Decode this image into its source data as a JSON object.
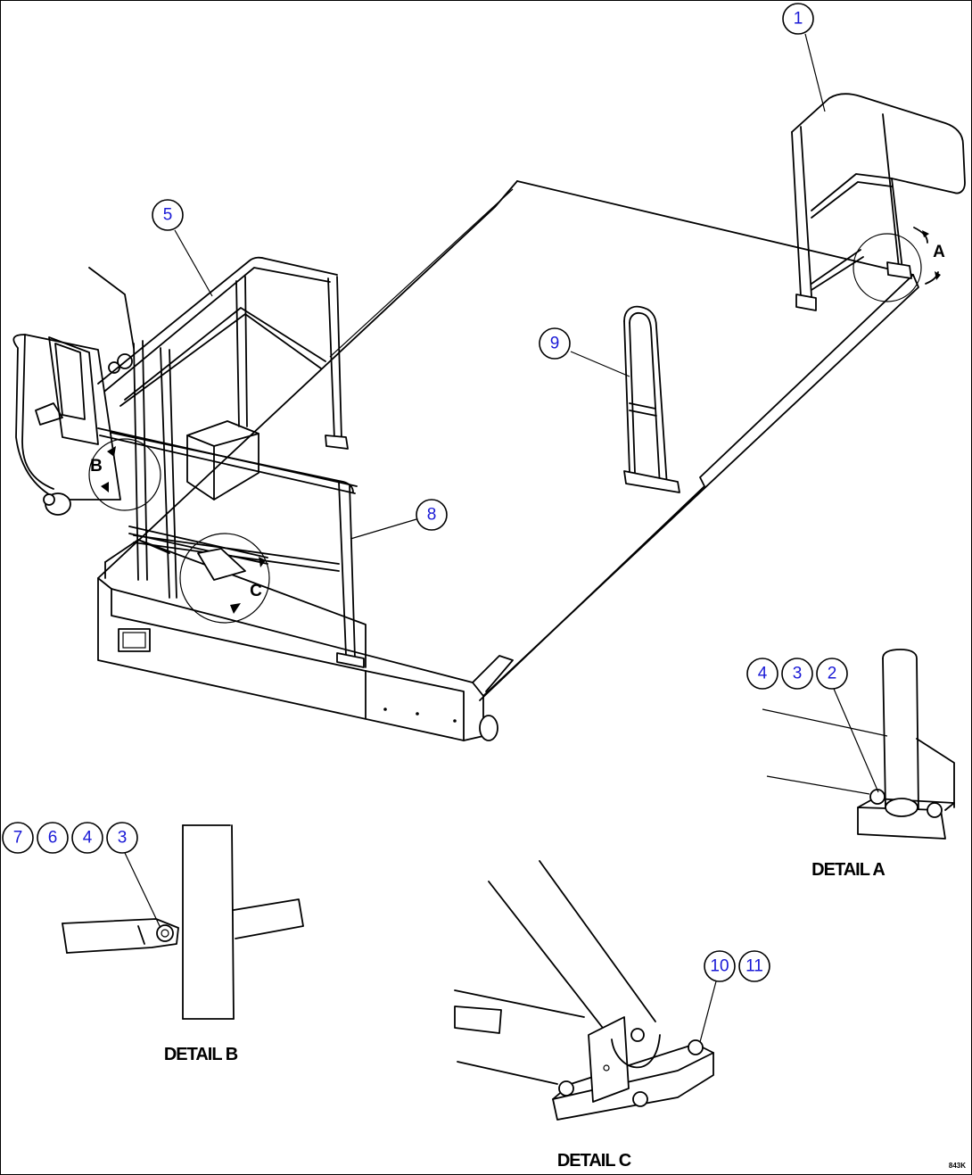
{
  "callouts": {
    "c1": "1",
    "c2": "2",
    "c3a": "3",
    "c4a": "4",
    "c5": "5",
    "c8": "8",
    "c9": "9",
    "c7": "7",
    "c6": "6",
    "c4b": "4",
    "c3b": "3",
    "c10": "10",
    "c11": "11"
  },
  "detail_markers": {
    "a": "A",
    "b": "B",
    "c": "C"
  },
  "detail_labels": {
    "a": "DETAIL A",
    "b": "DETAIL B",
    "c": "DETAIL C"
  },
  "drawing_code": "843K"
}
